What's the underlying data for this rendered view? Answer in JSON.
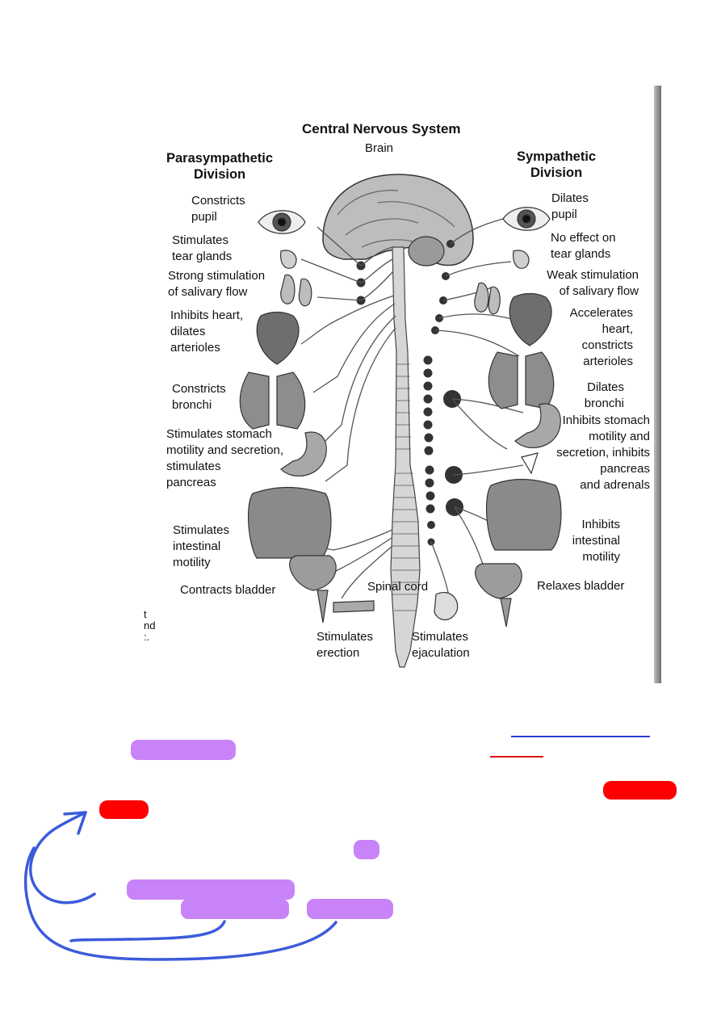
{
  "diagram": {
    "title": "Central Nervous System",
    "brain_label": "Brain",
    "spinal_cord_label": "Spinal cord",
    "parasympathetic": {
      "heading": "Parasympathetic\nDivision",
      "effects": [
        "Constricts\npupil",
        "Stimulates\ntear glands",
        "Strong stimulation\nof salivary flow",
        "Inhibits heart,\ndilates\narterioles",
        "Constricts\nbronchi",
        "Stimulates stomach\nmotility and secretion,\nstimulates\npancreas",
        "Stimulates\nintestinal\nmotility",
        "Contracts bladder",
        "Stimulates\nerection"
      ]
    },
    "sympathetic": {
      "heading": "Sympathetic\nDivision",
      "effects": [
        "Dilates\npupil",
        "No effect on\ntear glands",
        "Weak stimulation\nof salivary flow",
        "Accelerates\nheart,\nconstricts\narterioles",
        "Dilates\nbronchi",
        "Inhibits stomach\nmotility and\nsecretion, inhibits\npancreas\nand adrenals",
        "Inhibits\nintestinal\nmotility",
        "Relaxes bladder",
        "Stimulates\nejaculation"
      ]
    },
    "margin_fragment": "t\nnd\n:."
  },
  "colors": {
    "highlight_purple": "#c783f7",
    "highlight_red": "#ff0000",
    "ink_blue": "#3b5bdb",
    "nerve_gray": "#555555"
  }
}
